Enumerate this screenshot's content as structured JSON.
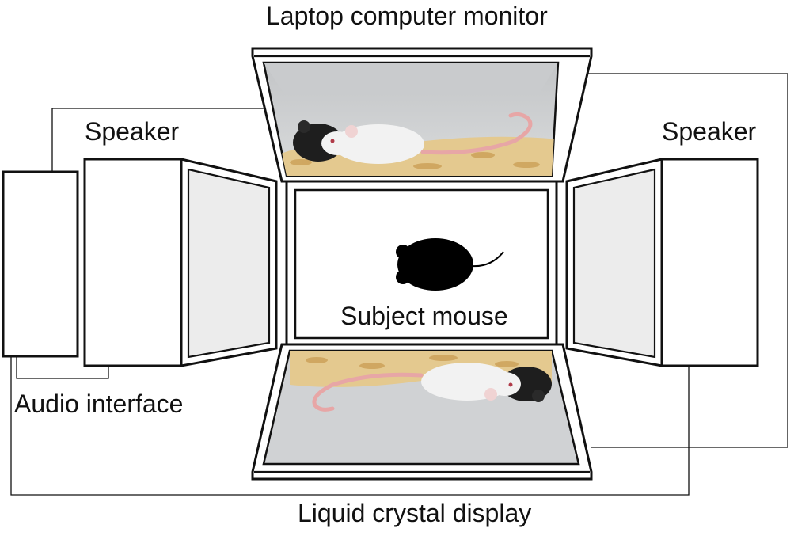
{
  "labels": {
    "laptop": "Laptop computer monitor",
    "speaker_left": "Speaker",
    "speaker_right": "Speaker",
    "subject": "Subject mouse",
    "audio": "Audio interface",
    "lcd": "Liquid crystal display"
  },
  "colors": {
    "line": "#111111",
    "screen_gray": "#e6e6e6",
    "photo_bg": "#d0d2d4",
    "bedding": "#e4c98f",
    "white_mouse": "#f2f2f2",
    "black_mouse": "#1e1e1e",
    "tail": "#e7a6a6"
  },
  "icons": {
    "subject": "mouse-silhouette-icon",
    "photo_mice": "mice-photo-icon"
  }
}
